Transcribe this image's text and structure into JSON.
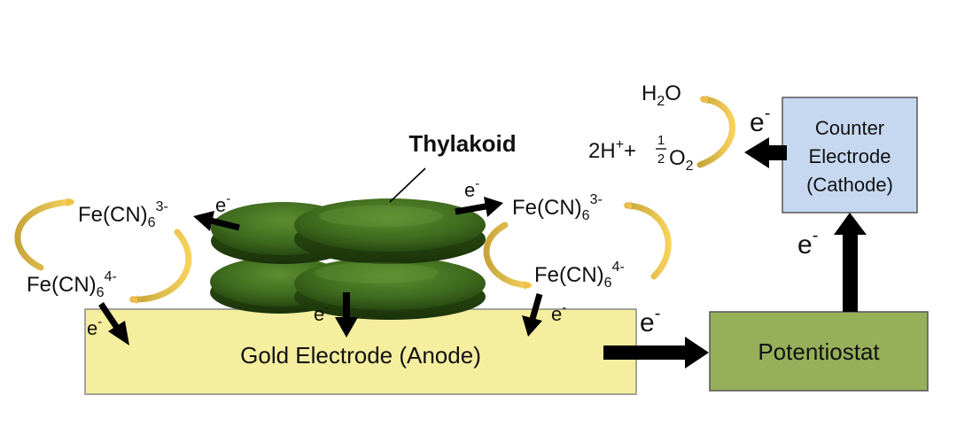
{
  "labels": {
    "thylakoid": "Thylakoid",
    "gold_electrode": "Gold Electrode (Anode)",
    "potentiostat": "Potentiostat",
    "counter_line1": "Counter",
    "counter_line2": "Electrode",
    "counter_line3": "(Cathode)"
  },
  "chemistry": {
    "ferricyanide_base": "Fe(CN)",
    "ferricyanide_sub": "6",
    "ferricyanide_charge": "3-",
    "ferrocyanide_base": "Fe(CN)",
    "ferrocyanide_sub": "6",
    "ferrocyanide_charge": "4-",
    "water_h": "H",
    "water_sub": "2",
    "water_o": "O",
    "proton_prefix": "2H",
    "proton_charge": "+",
    "plus_sign": "+",
    "half_num": "1",
    "half_den": "2",
    "oxygen": "O",
    "oxygen_sub": "2"
  },
  "electron": {
    "symbol": "e",
    "charge": "-"
  },
  "colors": {
    "gold_electrode_fill": "#F5EE9E",
    "potentiostat_fill": "#96B05A",
    "counter_electrode_fill": "#C6D8F0",
    "thylakoid_green": "#3E6A1E",
    "cycle_arrow": "#E8B040",
    "flow_arrow": "#000000"
  }
}
